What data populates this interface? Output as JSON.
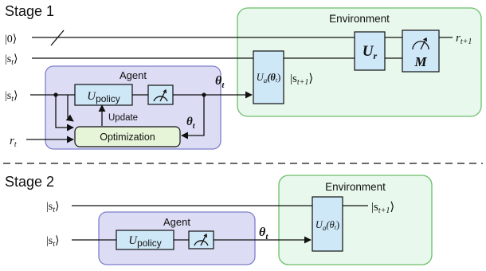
{
  "stage1": {
    "title": "Stage 1",
    "environment": {
      "title": "Environment",
      "color": "#e8f8ec",
      "border": "#6cbf6a"
    },
    "agent": {
      "title": "Agent",
      "color": "#dcdcf5",
      "border": "#7d7fc9"
    },
    "inputs": {
      "zero": "|0⟩",
      "state": "|s",
      "state_sub": "t",
      "agent_state": "|s",
      "reward": "r",
      "reward_sub": "t"
    },
    "gates": {
      "policy": "U",
      "policy_sub": "policy",
      "update": "Update",
      "optimization": "Optimization",
      "action": "U",
      "action_sub": "a",
      "action_arg": "(θ",
      "reward_gate": "U",
      "reward_gate_sub": "r",
      "measure": "M"
    },
    "outputs": {
      "next_state": "|s",
      "next_state_sub": "t+1",
      "reward": "r",
      "reward_sub": "t+1"
    },
    "params": {
      "theta": "θ",
      "theta_sub": "t"
    }
  },
  "stage2": {
    "title": "Stage 2",
    "environment": {
      "title": "Environment"
    },
    "agent": {
      "title": "Agent"
    },
    "inputs": {
      "state": "|s",
      "state_sub": "t",
      "agent_state": "|s",
      "agent_state_sub": "t"
    },
    "gates": {
      "policy": "U",
      "policy_sub": "policy",
      "action": "U",
      "action_sub": "a",
      "action_arg": "(θ"
    },
    "outputs": {
      "next_state": "|s",
      "next_state_sub": "t+1"
    },
    "params": {
      "theta": "θ",
      "theta_sub": "t"
    }
  },
  "colors": {
    "gate_fill": "#cfe8f7",
    "opt_fill": "#e6f4d8",
    "env_fill": "#e8f8ec",
    "agent_fill": "#dcdcf5"
  }
}
